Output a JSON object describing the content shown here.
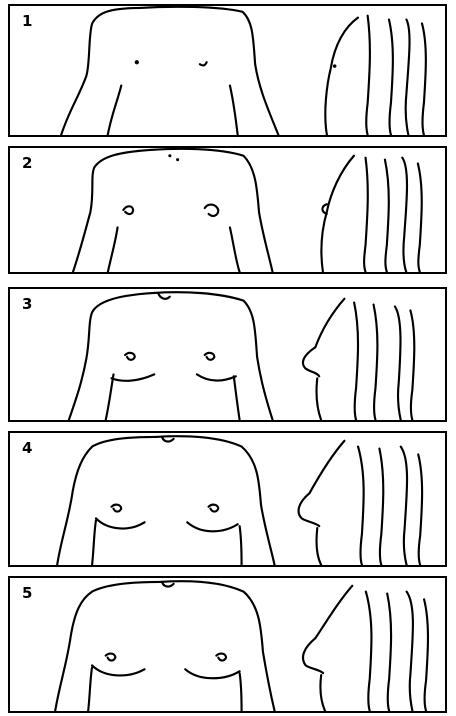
{
  "panels": [
    {
      "stage": "1"
    },
    {
      "stage": "2"
    },
    {
      "stage": "3"
    },
    {
      "stage": "4"
    },
    {
      "stage": "5"
    }
  ]
}
